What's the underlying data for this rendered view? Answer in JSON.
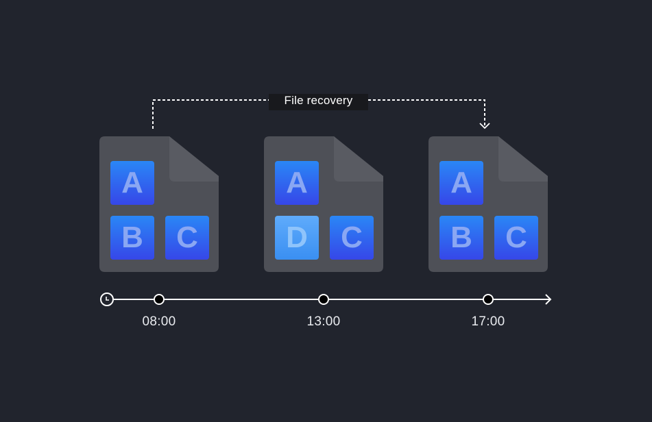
{
  "diagram": {
    "title": "File recovery",
    "colors": {
      "background": "#21242d",
      "file_body": "#4e5057",
      "file_fold": "#595b62",
      "tile_gradient": [
        "#2a87f6",
        "#3647e8"
      ],
      "tile_changed_gradient": [
        "#5fabfb",
        "#3a8ff2"
      ],
      "timeline": "#ffffff",
      "label_bg": "#18191d"
    },
    "recovery": {
      "label": "File recovery",
      "from_version": 0,
      "to_version": 2
    },
    "versions": [
      {
        "time": "08:00",
        "blocks": [
          {
            "letter": "A",
            "state": "original"
          },
          {
            "letter": "B",
            "state": "original"
          },
          {
            "letter": "C",
            "state": "original"
          }
        ]
      },
      {
        "time": "13:00",
        "blocks": [
          {
            "letter": "A",
            "state": "original"
          },
          {
            "letter": "D",
            "state": "changed"
          },
          {
            "letter": "C",
            "state": "original"
          }
        ]
      },
      {
        "time": "17:00",
        "blocks": [
          {
            "letter": "A",
            "state": "original"
          },
          {
            "letter": "B",
            "state": "restored"
          },
          {
            "letter": "C",
            "state": "original"
          }
        ]
      }
    ],
    "timeline": {
      "start_icon": "clock-icon",
      "end_icon": "arrow-right-icon"
    }
  }
}
